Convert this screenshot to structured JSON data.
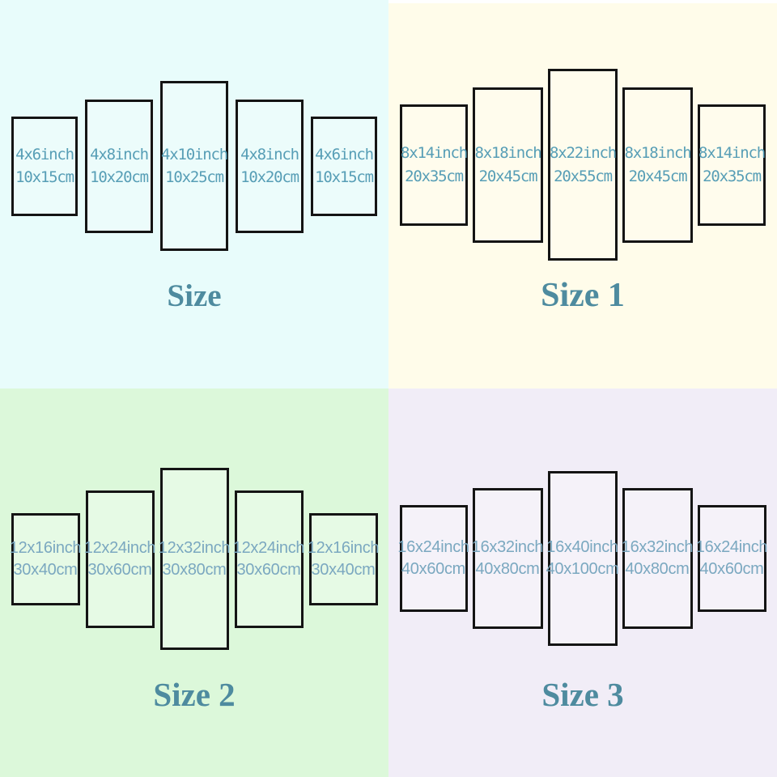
{
  "image_description": "5-panel canvas wall art size chart with four size options",
  "colors": {
    "page_background": "#ffffff",
    "panel_border": "#141414",
    "label_text_top": "#579eb6",
    "label_text_bottom": "#7ba8c0",
    "title_text": "#4e8b9f"
  },
  "quadrants": [
    {
      "title": "Size",
      "background": "#e8fcfb",
      "panels": [
        {
          "inch": "4x6inch",
          "cm": "10x15cm"
        },
        {
          "inch": "4x8inch",
          "cm": "10x20cm"
        },
        {
          "inch": "4x10inch",
          "cm": "10x25cm"
        },
        {
          "inch": "4x8inch",
          "cm": "10x20cm"
        },
        {
          "inch": "4x6inch",
          "cm": "10x15cm"
        }
      ]
    },
    {
      "title": "Size 1",
      "background": "#fffcea",
      "panels": [
        {
          "inch": "8x14inch",
          "cm": "20x35cm"
        },
        {
          "inch": "8x18inch",
          "cm": "20x45cm"
        },
        {
          "inch": "8x22inch",
          "cm": "20x55cm"
        },
        {
          "inch": "8x18inch",
          "cm": "20x45cm"
        },
        {
          "inch": "8x14inch",
          "cm": "20x35cm"
        }
      ]
    },
    {
      "title": "Size 2",
      "background": "#dcf8da",
      "panels": [
        {
          "inch": "12x16inch",
          "cm": "30x40cm"
        },
        {
          "inch": "12x24inch",
          "cm": "30x60cm"
        },
        {
          "inch": "12x32inch",
          "cm": "30x80cm"
        },
        {
          "inch": "12x24inch",
          "cm": "30x60cm"
        },
        {
          "inch": "12x16inch",
          "cm": "30x40cm"
        }
      ]
    },
    {
      "title": "Size 3",
      "background": "#f1edf7",
      "panels": [
        {
          "inch": "16x24inch",
          "cm": "40x60cm"
        },
        {
          "inch": "16x32inch",
          "cm": "40x80cm"
        },
        {
          "inch": "16x40inch",
          "cm": "40x100cm"
        },
        {
          "inch": "16x32inch",
          "cm": "40x80cm"
        },
        {
          "inch": "16x24inch",
          "cm": "40x60cm"
        }
      ]
    }
  ]
}
